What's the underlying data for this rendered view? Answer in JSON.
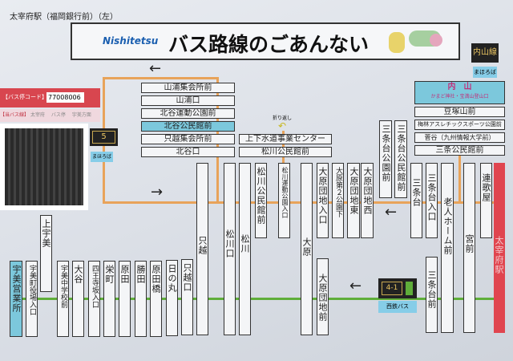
{
  "header": {
    "stop_name": "太宰府駅（福岡銀行前）（左）"
  },
  "title": {
    "logo": "Nishitetsu",
    "text": "バス路線のごあんない"
  },
  "route_badge": {
    "line": "内山線",
    "operator": "まほろば"
  },
  "stop_info": {
    "code_label": "【バス停コード】",
    "code_value": "77008006",
    "line_label": "【当バス線】",
    "line_items": [
      "太宰府",
      "バス停",
      "宇美方面"
    ]
  },
  "route5": {
    "number": "5",
    "operator": "まほろば"
  },
  "route41": {
    "number": "4-1",
    "operator": "西鉄バス"
  },
  "turnaround": "折り返し",
  "kitatani_stops": [
    "山浦集会所前",
    "山浦口",
    "北谷運動公園前",
    "北谷公民館前",
    "只越集会所前",
    "北谷口"
  ],
  "matsukawa_stops": [
    "上下水道事業センター",
    "松川公民館前"
  ],
  "uchiyama": {
    "terminal": "内　山",
    "terminal_sub": "かまど神社・宝満山登山口",
    "stops": [
      "豆塚山前",
      "梅林アスレチックスポーツ公園前",
      "菅谷（九州情報大学前）",
      "三条公民館前"
    ]
  },
  "upper_stops": [
    "三条台公園前",
    "三条台公民館前"
  ],
  "vertical_stops": {
    "umi_eigyosho": "宇美営業所",
    "umi_yakuba": "宇美町役場入口",
    "kami_umi": "上宇美",
    "umi_chugaku": "宇美中学校前",
    "otani": "大谷",
    "shioji": "四王寺坂入口",
    "sakaemachi": "栄町",
    "harada": "原田",
    "katsuta": "勝田",
    "haradabashi": "原田橋",
    "hinomaru": "日の丸",
    "tadakoshiguchi": "只越口",
    "tadakoshi": "只越",
    "matsukawaguchi": "松川口",
    "matsukawa": "松川",
    "matsukawa_kominkan": "松川公民館前",
    "matsukawa_undo": "松川運動公園入口",
    "ohara": "大原",
    "ohara_danchi_iriguchi": "大原団地入口",
    "ohara_dai2": "大原第２公園下",
    "ohara_danchi_higashi": "大原団地東",
    "ohara_danchi_nishi": "大原団地西",
    "ohara_danchi_mae": "大原団地前",
    "sanjodai": "三条台",
    "sanjodai_iriguchi": "三条台入口",
    "rojin_home": "老人ホーム前",
    "miyamae": "宮前",
    "rengaya": "連歌屋",
    "sanjodai_mae": "三条台前",
    "dazaifu": "太宰府駅"
  },
  "colors": {
    "orange_route": "#e8a35a",
    "green_route": "#5fae3a",
    "station": "#e0454f",
    "terminal": "#7cc8dc"
  }
}
